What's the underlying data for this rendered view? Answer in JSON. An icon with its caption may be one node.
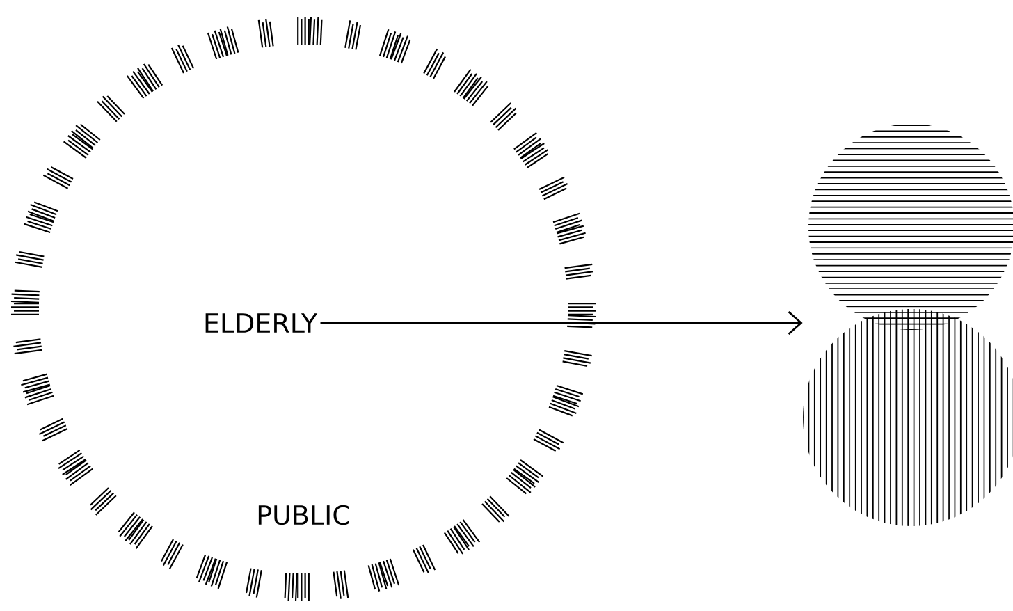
{
  "diagram": {
    "nodes": [
      {
        "text": [
          "PUBLIC"
        ]
      },
      {
        "text": [
          "ELDERLY"
        ],
        "in": 0
      },
      {
        "text": [],
        "shape": "circle"
      },
      {
        "text": [],
        "shape": "circle"
      }
    ],
    "edges": [
      {
        "from": 1,
        "to": 3,
        "arrow": "to"
      }
    ]
  }
}
